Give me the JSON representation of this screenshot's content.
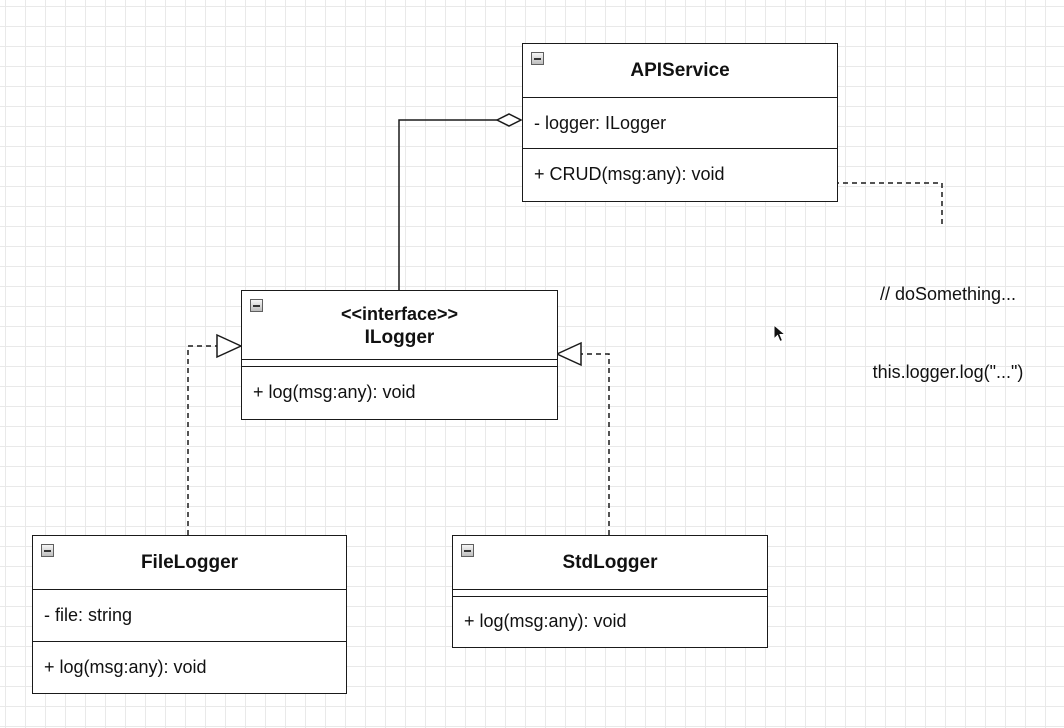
{
  "classes": {
    "api_service": {
      "name": "APIService",
      "attributes": [
        "- logger: ILogger"
      ],
      "methods": [
        "+ CRUD(msg:any): void"
      ]
    },
    "ilogger": {
      "stereotype": "<<interface>>",
      "name": "ILogger",
      "methods": [
        "+ log(msg:any): void"
      ]
    },
    "file_logger": {
      "name": "FileLogger",
      "attributes": [
        "- file: string"
      ],
      "methods": [
        "+ log(msg:any): void"
      ]
    },
    "std_logger": {
      "name": "StdLogger",
      "methods": [
        "+ log(msg:any): void"
      ]
    }
  },
  "note": {
    "lines": [
      "// doSomething...",
      "this.logger.log(\"...\")"
    ]
  },
  "relationships": [
    {
      "type": "aggregation",
      "from": "ILogger",
      "to": "APIService"
    },
    {
      "type": "realization",
      "from": "FileLogger",
      "to": "ILogger"
    },
    {
      "type": "realization",
      "from": "StdLogger",
      "to": "ILogger"
    },
    {
      "type": "dependency",
      "from": "note",
      "to": "APIService.CRUD"
    }
  ],
  "colors": {
    "line": "#1a1a1a",
    "grid": "#e9e9e9",
    "background": "#ffffff"
  },
  "icons": [
    "collapse-icon",
    "mouse-cursor-icon"
  ]
}
